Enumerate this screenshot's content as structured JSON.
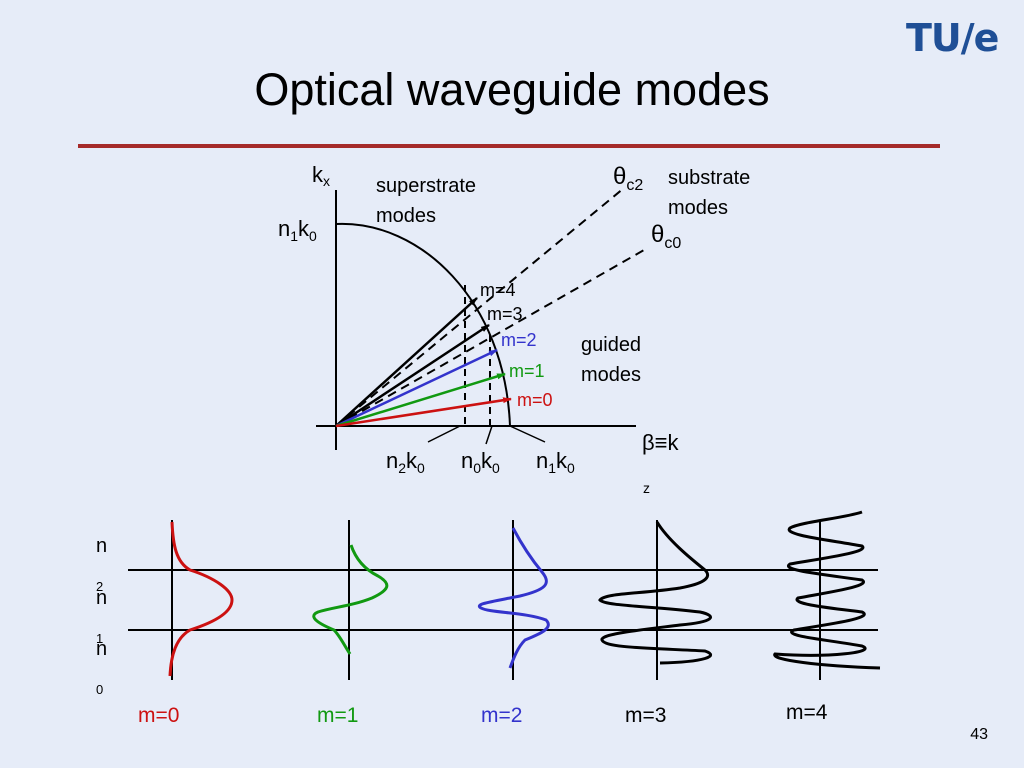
{
  "slide": {
    "title": "Optical waveguide modes",
    "logo": "TU/e",
    "page_number": "43"
  },
  "dispersion": {
    "y_axis_main": "k",
    "y_axis_sub": "x",
    "x_axis_main": "β≡k",
    "x_axis_sub": "z",
    "theta": "θ",
    "theta_c2_sub": "c2",
    "theta_c0_sub": "c0",
    "superstrate_1": "superstrate",
    "superstrate_2": "modes",
    "substrate_1": "substrate",
    "substrate_2": "modes",
    "guided_1": "guided",
    "guided_2": "modes",
    "n1k0_n": "n",
    "n1k0_nsub": "1",
    "n1k0_k": "k",
    "n1k0_ksub": "0",
    "n2k0_n": "n",
    "n2k0_nsub": "2",
    "n2k0_k": "k",
    "n2k0_ksub": "0",
    "n0k0_n": "n",
    "n0k0_nsub": "0",
    "n0k0_k": "k",
    "n0k0_ksub": "0",
    "n1k0b_n": "n",
    "n1k0b_nsub": "1",
    "n1k0b_k": "k",
    "n1k0b_ksub": "0",
    "modes": [
      {
        "label": "m=4",
        "color": "#000000"
      },
      {
        "label": "m=3",
        "color": "#000000"
      },
      {
        "label": "m=2",
        "color": "#3333cc"
      },
      {
        "label": "m=1",
        "color": "#119911"
      },
      {
        "label": "m=0",
        "color": "#cc1111"
      }
    ]
  },
  "profiles": {
    "layer_n2_main": "n",
    "layer_n2_sub": "2",
    "layer_n1_main": "n",
    "layer_n1_sub": "1",
    "layer_n0_main": "n",
    "layer_n0_sub": "0",
    "labels": [
      {
        "text": "m=0",
        "color": "#cc1111"
      },
      {
        "text": "m=1",
        "color": "#119911"
      },
      {
        "text": "m=2",
        "color": "#3333cc"
      },
      {
        "text": "m=3",
        "color": "#000000"
      },
      {
        "text": "m=4",
        "color": "#000000"
      }
    ]
  }
}
